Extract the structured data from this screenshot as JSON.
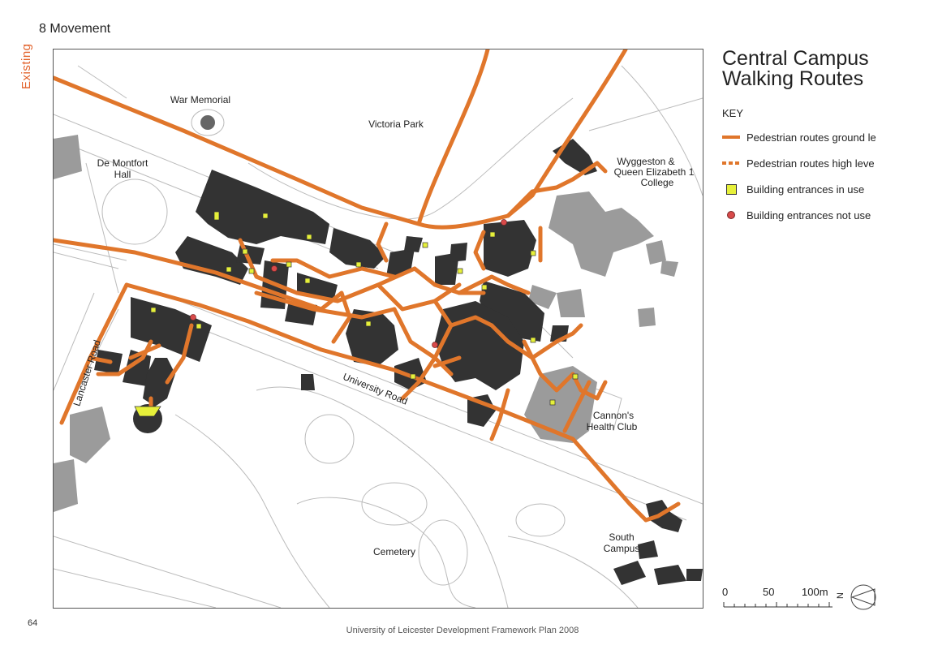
{
  "header": {
    "section": "8 Movement",
    "side_label": "Existing"
  },
  "legend": {
    "title_line1": "Central Campus",
    "title_line2": "Walking Routes",
    "key_label": "KEY",
    "items": [
      {
        "icon": "solid-orange-line",
        "label": "Pedestrian routes ground lе"
      },
      {
        "icon": "dashed-orange-line",
        "label": "Pedestrian routes high leve"
      },
      {
        "icon": "yellow-square",
        "label": "Building entrances in use"
      },
      {
        "icon": "red-dot",
        "label": "Building entrances not use"
      }
    ]
  },
  "map_labels": {
    "war_memorial": "War Memorial",
    "victoria_park": "Victoria Park",
    "de_montfort_1": "De Montfort",
    "de_montfort_2": "Hall",
    "wyggeston_1": "Wyggeston &",
    "wyggeston_2": "Queen Elizabeth 1",
    "wyggeston_3": "College",
    "lancaster_road": "Lancaster Road",
    "university_road": "University Road",
    "cannons_1": "Cannon's",
    "cannons_2": "Health Club",
    "south_campus_1": "South",
    "south_campus_2": "Campus",
    "cemetery": "Cemetery"
  },
  "scale": {
    "label_0": "0",
    "label_50": "50",
    "label_100": "100m",
    "north": "N"
  },
  "footer": {
    "page_number": "64",
    "caption": "University of Leicester Development Framework Plan 2008"
  },
  "colors": {
    "route": "#e0762b",
    "building": "#333333",
    "grey_building": "#9b9b9b",
    "entrance_used": "#e6f03a",
    "entrance_unused": "#d84a4a",
    "accent": "#e2612a"
  }
}
